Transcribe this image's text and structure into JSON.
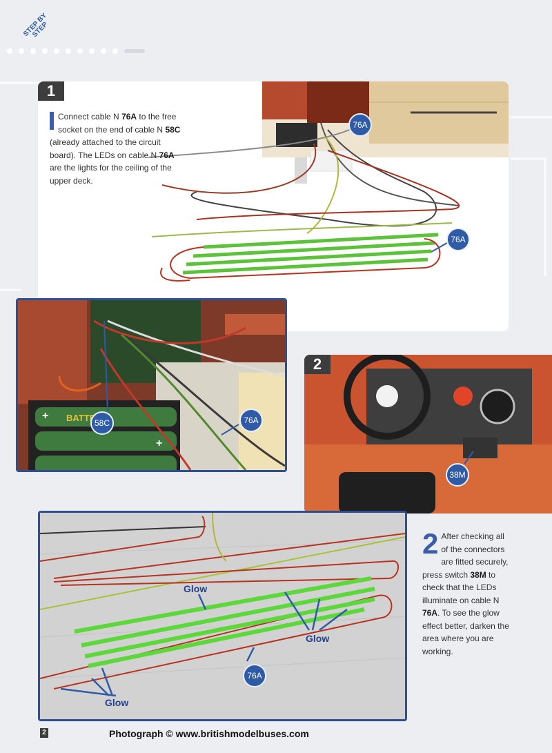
{
  "header": {
    "brand": "STEP BY STEP"
  },
  "step1": {
    "number": "1",
    "text_before_1": "Connect cable N ",
    "cable1": "76A",
    "text_mid_1": " to the free socket on the end of cable N ",
    "cable2": "58C",
    "text_mid_2": " (already attached to the circuit board). The LEDs on cable N ",
    "cable3": "76A",
    "text_end": " are the lights for the ceiling of the upper deck.",
    "labels": {
      "a": "76A",
      "b": "76A"
    }
  },
  "photo2": {
    "labels": {
      "a": "58C",
      "b": "76A"
    },
    "battery_text": "BATTERY"
  },
  "step2": {
    "number": "2",
    "label_38m": "38M",
    "big_digit": "2",
    "text_before": "After checking all of the connectors are fitted securely, press switch ",
    "switch": "38M",
    "text_mid": " to check that the LEDs illuminate on cable N ",
    "cable": "76A",
    "text_end": ". To see the glow effect better, darken the area where you are working."
  },
  "photo3": {
    "glow_labels": [
      "Glow",
      "Glow",
      "Glow"
    ],
    "label_76a": "76A"
  },
  "footer": {
    "page": "2",
    "credit": "Photograph © www.britishmodelbuses.com"
  },
  "colors": {
    "accent_blue": "#2e5aa6",
    "cable_green": "#5cc23a",
    "cable_red": "#b8321e",
    "panel_dark": "#3d3d3d"
  }
}
